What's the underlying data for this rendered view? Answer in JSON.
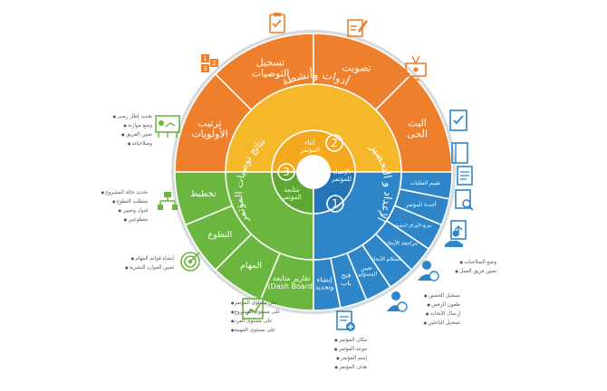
{
  "colors": {
    "orange": "#EE7F2D",
    "yellow": "#F6B82B",
    "green": "#6AB63F",
    "blue": "#2E86C9",
    "grey_ring": "#D9DADC"
  },
  "outer_ring": {
    "orange": [
      "البث الحى",
      "تصويت",
      "تسجيل التوصيات",
      "ترتيب الأولويات"
    ],
    "green": [
      "تخطيط",
      "التطوع",
      "المهام",
      "تقارير متابعة (Dash Board)"
    ],
    "blue": [
      "تقييم الطلبات",
      "أجندة المؤتمر",
      "توزيع الأوراق المقبولة",
      "مراجعة الأبحاث",
      "استلام الأبحاث",
      "تعيين المسؤلين",
      "فتح باب",
      "إنشاء وتحديد"
    ]
  },
  "middle_ring": {
    "orange": "أدوات وأنشطة",
    "green": "نتائج توصيات المؤتمر",
    "blue": "الإعداد و التحضير"
  },
  "inner_ring": {
    "yellow": {
      "number": "2",
      "label": "أثناء المؤتمر"
    },
    "green": {
      "number": "3",
      "label": "متابعة المؤتمر"
    },
    "blue": {
      "number": "1",
      "label": "الإعداد للمؤتمر"
    }
  },
  "side_lists": {
    "priorities": [
      "تحديد إطار زمنى",
      "وضع موازنة",
      "تعيين الفريق",
      "وصلاحياته"
    ],
    "volunteering": [
      "تحديد حالة المشروع",
      "متطلب التطوع",
      "قبول وتعيين",
      "متطوعين"
    ],
    "tasks": [
      "إنشاء قوائم المهام",
      "تعيين الموارد البشرية"
    ],
    "reports": [
      "على مستوى المؤتمر",
      "على مستوى المشروع",
      "على مستوى الفرد",
      "على مستوى المهمة"
    ],
    "officials": [
      "وضع الصلاحيات",
      "تعيين فريق العمل"
    ],
    "attendees": [
      "تسجيل الحضور",
      "طعون الرفض",
      "إرسال الأبحاث",
      "تسجيل الباحثين"
    ],
    "conference": [
      "مكان المؤتمر",
      "موعد المؤتمر",
      "إسم المؤتمر",
      "هدف المؤتمر"
    ]
  },
  "icons": [
    "clipboard-check-icon",
    "vote-edit-icon",
    "broadcast-tv-icon",
    "numbered-blocks-icon",
    "presentation-board-icon",
    "org-chart-icon",
    "target-icon",
    "growth-chart-icon",
    "checklist-icon",
    "agenda-notebook-icon",
    "document-list-icon",
    "document-search-icon",
    "document-upload-icon",
    "hand-user-icon",
    "user-star-icon",
    "user-refresh-icon",
    "add-document-icon"
  ]
}
